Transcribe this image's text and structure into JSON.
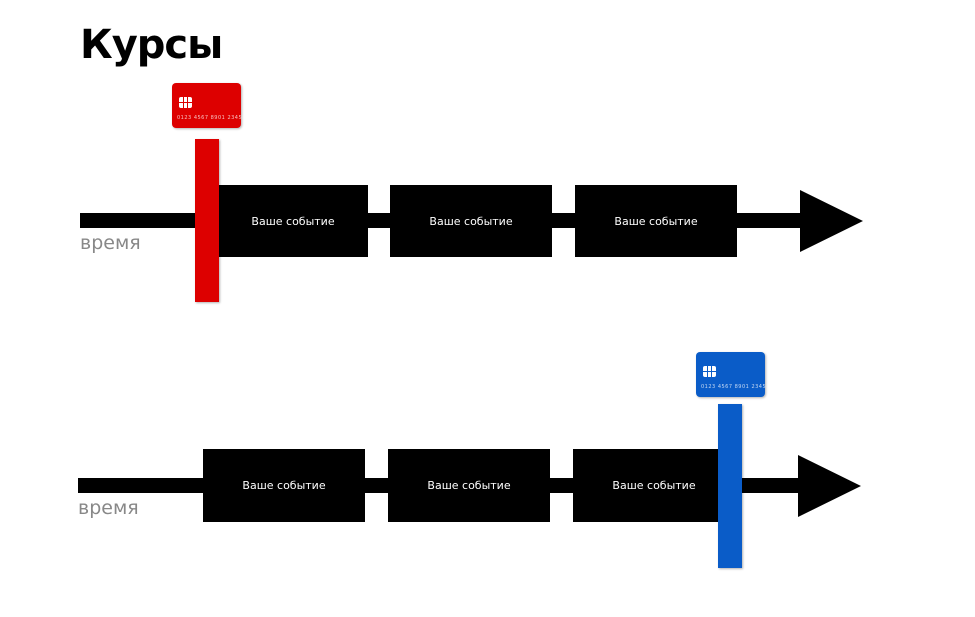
{
  "title": "Курсы",
  "colors": {
    "red": "#dd0000",
    "blue": "#0a5cc8",
    "timeline": "#000000",
    "label": "#888888"
  },
  "timelines": [
    {
      "axis_label": "время",
      "events": [
        "Ваше событие",
        "Ваше событие",
        "Ваше событие"
      ],
      "marker": {
        "icon": "credit-card-icon",
        "color": "red",
        "card_number": "0123 4567 8901 2345"
      }
    },
    {
      "axis_label": "время",
      "events": [
        "Ваше событие",
        "Ваше событие",
        "Ваше событие"
      ],
      "marker": {
        "icon": "credit-card-icon",
        "color": "blue",
        "card_number": "0123 4567 8901 2345"
      }
    }
  ]
}
